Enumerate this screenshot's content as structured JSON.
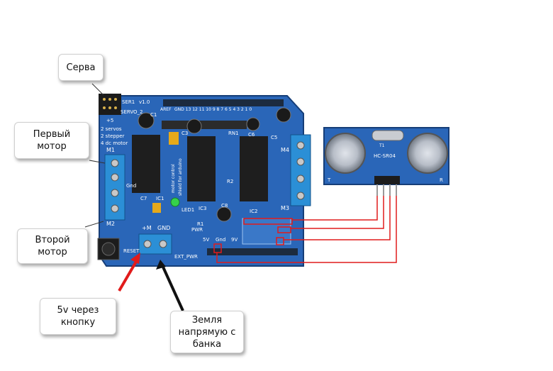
{
  "callouts": {
    "servo": "Серва",
    "motor1": "Первый\nмотор",
    "motor2": "Второй\nмотор",
    "power": "5v через\nкнопку",
    "ground": "Земля\nнапрямую с\nбанка"
  },
  "board": {
    "version": "v1.0",
    "ser1": "SER1",
    "servo2": "SERVO_2",
    "plus5": "+5",
    "line1": "2 servos",
    "line2": "2 stepper",
    "line3": "4 dc motor",
    "m1": "M1",
    "m2": "M2",
    "m3": "M3",
    "m4": "M4",
    "gnd_left": "Gnd",
    "c1": "C1",
    "c3": "C3",
    "c5": "C5",
    "c6": "C6",
    "c7": "C7",
    "c8": "C8",
    "ic1": "IC1",
    "ic2": "IC2",
    "ic3": "IC3",
    "rn1": "RN1",
    "r1": "R1",
    "r2": "R2",
    "led1": "LED1",
    "pwr": "PWR",
    "reset": "RESET",
    "ext_pwr": "EXT_PWR",
    "plus_m": "+M",
    "gnd": "GND",
    "v5": "5V",
    "gnd2": "Gnd",
    "v9": "9V",
    "aref": "AREF",
    "pins": "GND 13 12 11 10 9 8 7 6 5 4 3 2 1 0",
    "vert1": "motor control",
    "vert2": "shield for arduino"
  },
  "sensor": {
    "model": "HC-SR04",
    "t": "T",
    "r": "R",
    "t1": "T1"
  },
  "colors": {
    "board": "#2a66b8",
    "wire": "#e11b1b",
    "arrow_red": "#e11b1b",
    "arrow_black": "#111111"
  }
}
